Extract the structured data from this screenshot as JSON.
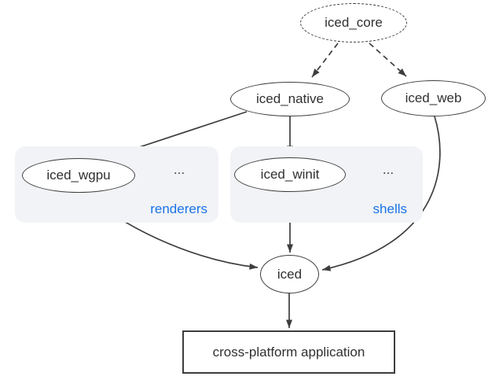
{
  "diagram": {
    "nodes": {
      "iced_core": "iced_core",
      "iced_native": "iced_native",
      "iced_web": "iced_web",
      "iced_wgpu": "iced_wgpu",
      "iced_winit": "iced_winit",
      "iced": "iced",
      "application": "cross-platform application"
    },
    "groups": {
      "renderers": {
        "label": "renderers",
        "ellipsis": "..."
      },
      "shells": {
        "label": "shells",
        "ellipsis": "..."
      }
    },
    "edges": [
      {
        "from": "iced_core",
        "to": "iced_native",
        "style": "dashed"
      },
      {
        "from": "iced_core",
        "to": "iced_web",
        "style": "dashed"
      },
      {
        "from": "iced_native",
        "to": "iced_wgpu",
        "style": "solid"
      },
      {
        "from": "iced_native",
        "to": "iced_winit",
        "style": "solid"
      },
      {
        "from": "iced_wgpu",
        "to": "iced",
        "style": "solid"
      },
      {
        "from": "iced_winit",
        "to": "iced",
        "style": "solid"
      },
      {
        "from": "iced_web",
        "to": "iced",
        "style": "solid"
      },
      {
        "from": "iced",
        "to": "cross-platform application",
        "style": "solid"
      }
    ],
    "colors": {
      "stroke": "#3d3d3d",
      "text": "#303030",
      "group_background": "#f1f3f6",
      "label_blue": "#1a73e8",
      "background": "#ffffff"
    }
  }
}
